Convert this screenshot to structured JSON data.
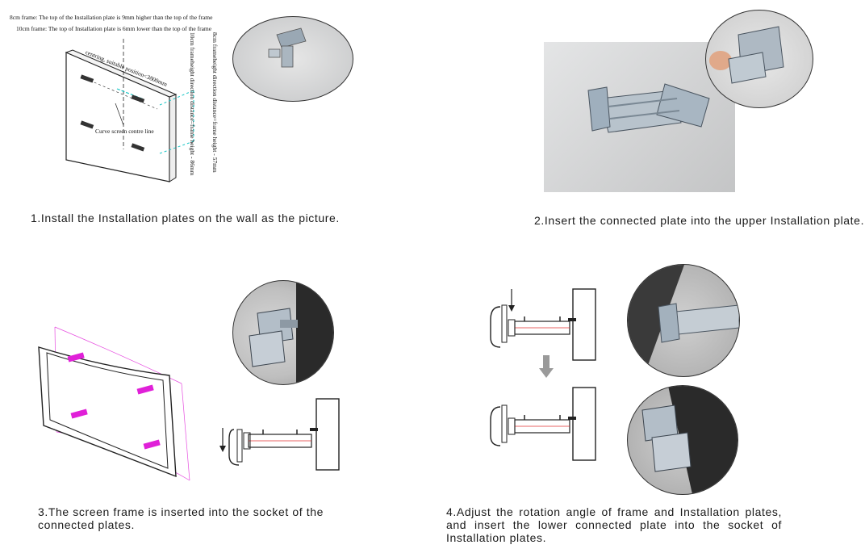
{
  "step1": {
    "note_8cm": "8cm frame: The top of the Installation plate is 9mm higher than the top of the frame",
    "note_10cm": "10cm frame: The top of Installation plate is 6mm lower than the top of the frame",
    "centring_label": "centring, suitable position<3800mm",
    "curve_line_label": "Curve screen centre line",
    "v_label_10cm": "10cm frameheight direction distance=frame height - 86mm",
    "v_label_8cm": "8cm frameheight direction distance=frame height - 57mm",
    "caption": "1.Install the Installation plates on the wall as the picture."
  },
  "step2": {
    "caption": "2.Insert the connected plate into the upper Installation plate."
  },
  "step3": {
    "caption": "3.The screen frame is inserted into the socket of the connected plates."
  },
  "step4": {
    "caption": "4.Adjust the rotation angle of frame and Installation plates, and insert the lower connected plate into the socket of Installation plates."
  },
  "colors": {
    "magenta": "#e020d8",
    "cyan": "#19c6c6",
    "red_line": "#e03030",
    "wall_gray": "#d9dadb",
    "metal": "#8fa3b4"
  }
}
